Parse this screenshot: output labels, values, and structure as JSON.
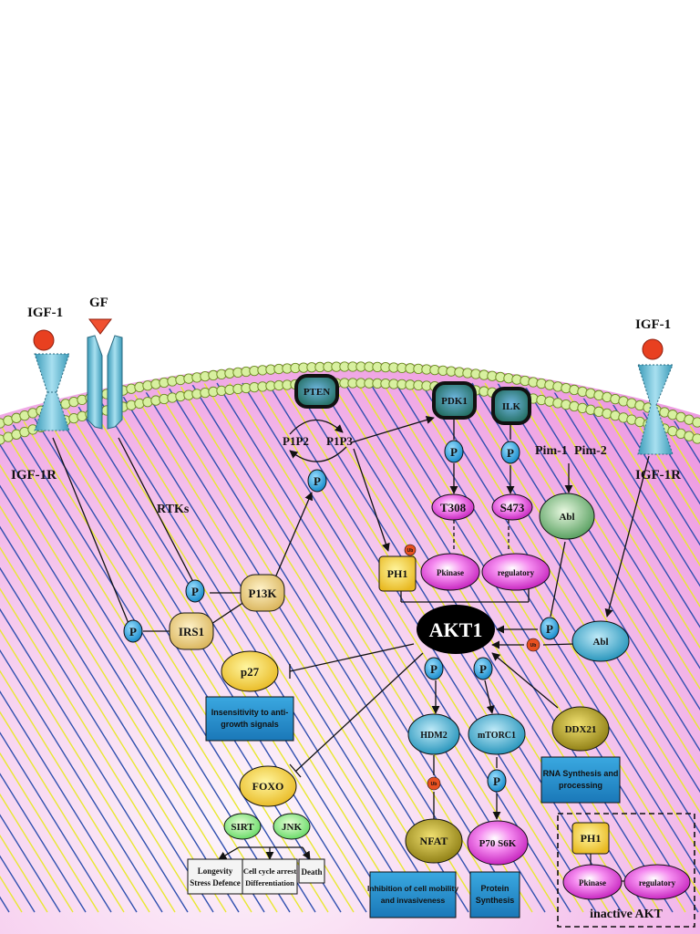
{
  "labels": {
    "igf1_left": "IGF-1",
    "gf": "GF",
    "igf1_right": "IGF-1",
    "igf1r_left": "IGF-1R",
    "igf1r_right": "IGF-1R",
    "rtks": "RTKs",
    "pim1": "Pim-1",
    "pim2": "Pim-2",
    "pip2": "P1P2",
    "pip3": "P1P3"
  },
  "nodes": {
    "pten": "PTEN",
    "pdk1": "PDK1",
    "ilk": "ILK",
    "t308": "T308",
    "s473": "S473",
    "abl_top": "Abl",
    "abl_right": "Abl",
    "ph1": "PH1",
    "pkinase": "Pkinase",
    "regulatory": "regulatory",
    "akt1": "AKT1",
    "p13k": "P13K",
    "irs1": "IRS1",
    "p27": "p27",
    "hdm2": "HDM2",
    "mtorc1": "mTORC1",
    "ddx21": "DDX21",
    "foxo": "FOXO",
    "sirt": "SIRT",
    "jnk": "JNK",
    "nfat": "NFAT",
    "p70s6k": "P70 S6K",
    "phospho": "P",
    "ub": "Ub"
  },
  "outcome_boxes": {
    "insensitivity": [
      "Insensitivity to anti-",
      "growth signals"
    ],
    "rna": [
      "RNA Synthesis and",
      "processing"
    ],
    "inhibition": [
      "Inhibition of cell mobility",
      "and invasiveness"
    ],
    "protein": [
      "Protein",
      "Synthesis"
    ],
    "longevity": [
      "Longevity",
      "Stress Defence"
    ],
    "cellcycle": [
      "Cell cycle arrest",
      "Differentiation"
    ],
    "death": [
      "Death"
    ]
  },
  "inactive": {
    "title": "inactive AKT",
    "ph1": "PH1",
    "pkinase": "Pkinase",
    "regulatory": "regulatory"
  },
  "colors": {
    "cytoplasm": "#f0a8e6",
    "membrane_head": "#d8f0a0",
    "stripe_yellow": "#e8e830",
    "stripe_blue": "#3050b0",
    "phospho": "#1a9ad8",
    "ubiquitin": "#e85020",
    "outcome_box": "#1f8fd0"
  }
}
